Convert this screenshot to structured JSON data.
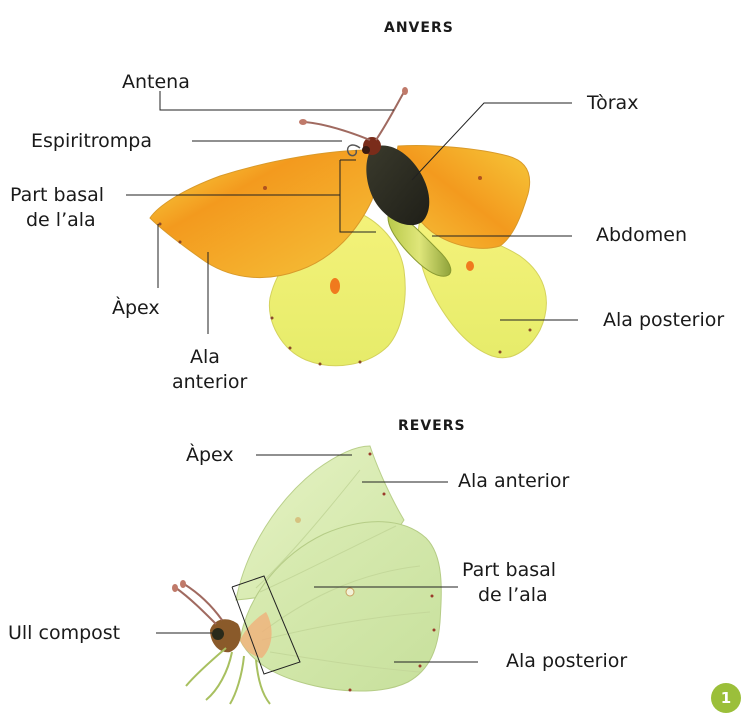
{
  "anvers": {
    "title": "ANVERS",
    "labels": {
      "antena": "Antena",
      "espiritrompa": "Espiritrompa",
      "part_basal": [
        "Part basal",
        "de l’ala"
      ],
      "apex": "Àpex",
      "ala_anterior": [
        "Ala",
        "anterior"
      ],
      "torax": "Tòrax",
      "abdomen": "Abdomen",
      "ala_posterior": "Ala posterior"
    }
  },
  "revers": {
    "title": "REVERS",
    "labels": {
      "apex": "Àpex",
      "ala_anterior": "Ala anterior",
      "part_basal": [
        "Part basal",
        "de l’ala"
      ],
      "ull_compost": "Ull compost",
      "ala_posterior": "Ala posterior"
    }
  },
  "page_number": "1",
  "colors": {
    "wing_orange": "#f39a1e",
    "wing_yellow": "#eef06a",
    "wing_pale_green": "#d9ecb2",
    "body_dark": "#2c2c24",
    "badge": "#9bbf3a"
  }
}
